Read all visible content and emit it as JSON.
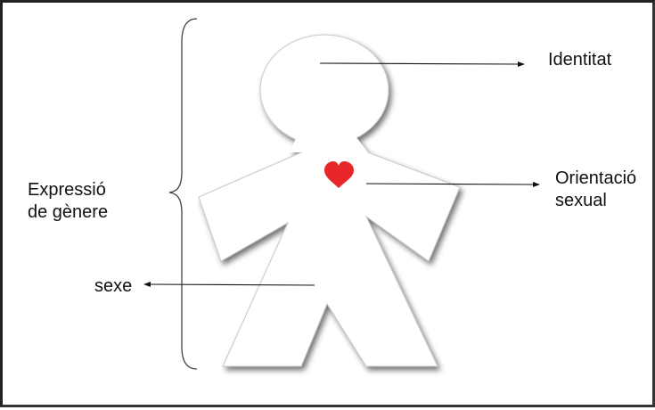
{
  "labels": {
    "identitat": "Identitat",
    "orientacio_line1": "Orientació",
    "orientacio_line2": "sexual",
    "expressio_line1": "Expressió",
    "expressio_line2": "de gènere",
    "sexe": "sexe"
  },
  "colors": {
    "heart": "#e8272b",
    "figure_fill": "#ffffff",
    "figure_shadow": "#9a9a9a",
    "line": "#111111",
    "frame": "#222222"
  }
}
